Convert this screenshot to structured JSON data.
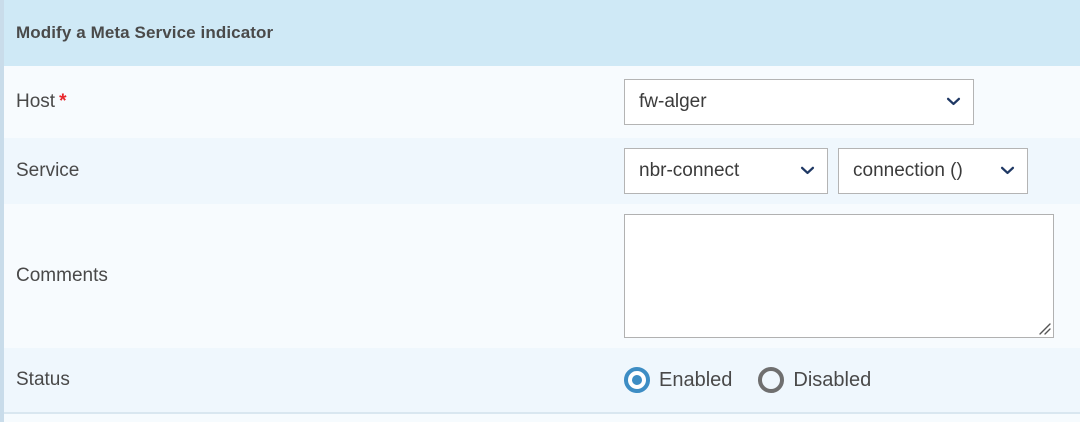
{
  "header": {
    "title": "Modify a Meta Service indicator"
  },
  "form": {
    "host": {
      "label": "Host",
      "required_marker": "*",
      "select_value": "fw-alger",
      "chevron_icon": "chevron-down-icon"
    },
    "service": {
      "label": "Service",
      "service_value": "nbr-connect",
      "metric_value": "connection ()",
      "chevron_icon": "chevron-down-icon"
    },
    "comments": {
      "label": "Comments",
      "value": "",
      "placeholder": "",
      "resize_icon": "resize-grip-icon"
    },
    "status": {
      "label": "Status",
      "options": [
        {
          "label": "Enabled",
          "selected": true
        },
        {
          "label": "Disabled",
          "selected": false
        }
      ]
    }
  },
  "colors": {
    "header_bg": "#cfe9f6",
    "row_bg_light": "#f7fbfe",
    "row_bg_alt": "#eff7fd",
    "accent_blue": "#3d8dc4",
    "required_red": "#e8262b",
    "chevron_navy": "#1f3864",
    "border_gray": "#b4b4b4",
    "left_rail": "#c9dcea"
  }
}
